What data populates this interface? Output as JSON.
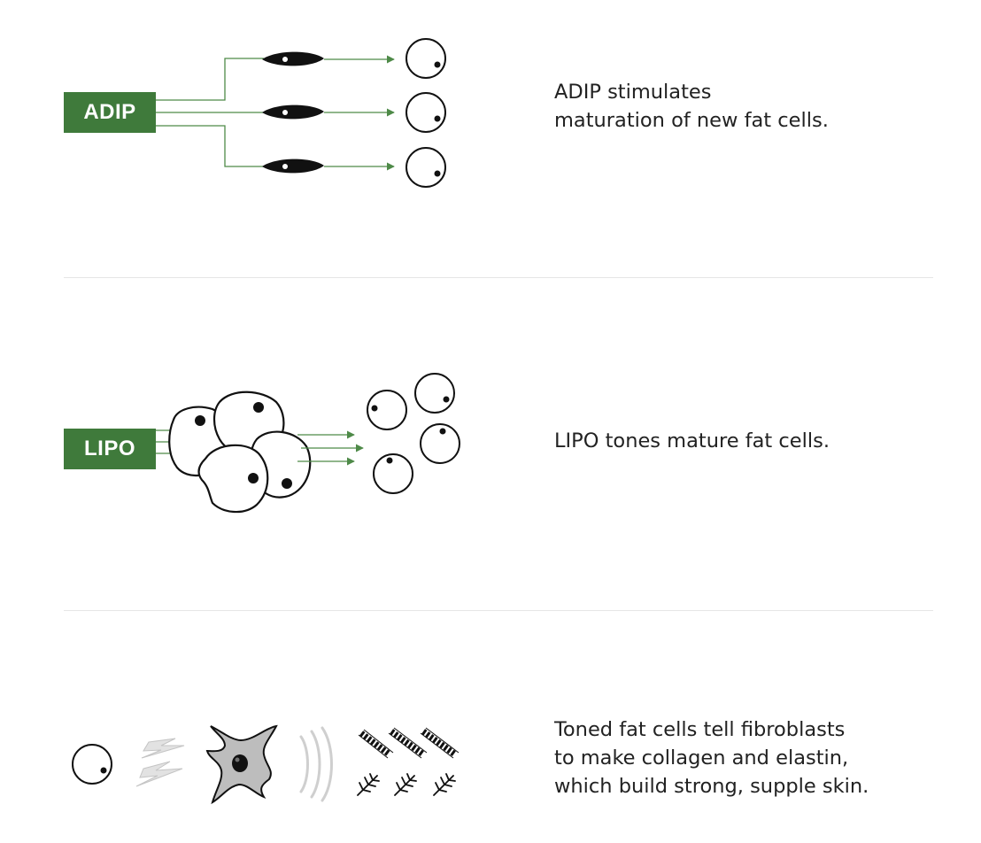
{
  "sections": [
    {
      "label": "ADIP",
      "caption": "ADIP stimulates\nmaturation of new fat cells."
    },
    {
      "label": "LIPO",
      "caption": "LIPO tones mature fat cells."
    },
    {
      "caption": "Toned fat cells tell fibroblasts\nto make collagen and elastin,\nwhich build strong, supple skin."
    }
  ],
  "colors": {
    "brand_green": "#3f7a3b",
    "arrow_green": "#4e8a48",
    "fibroblast_gray": "#bdbdbd",
    "ink": "#111111",
    "divider": "#e6e6e6"
  },
  "icons": [
    "preadipocyte-icon",
    "fat-cell-icon",
    "fat-cell-cluster-icon",
    "signal-bolt-icon",
    "fibroblast-icon",
    "wave-icon",
    "collagen-fiber-icon",
    "elastin-fiber-icon"
  ]
}
